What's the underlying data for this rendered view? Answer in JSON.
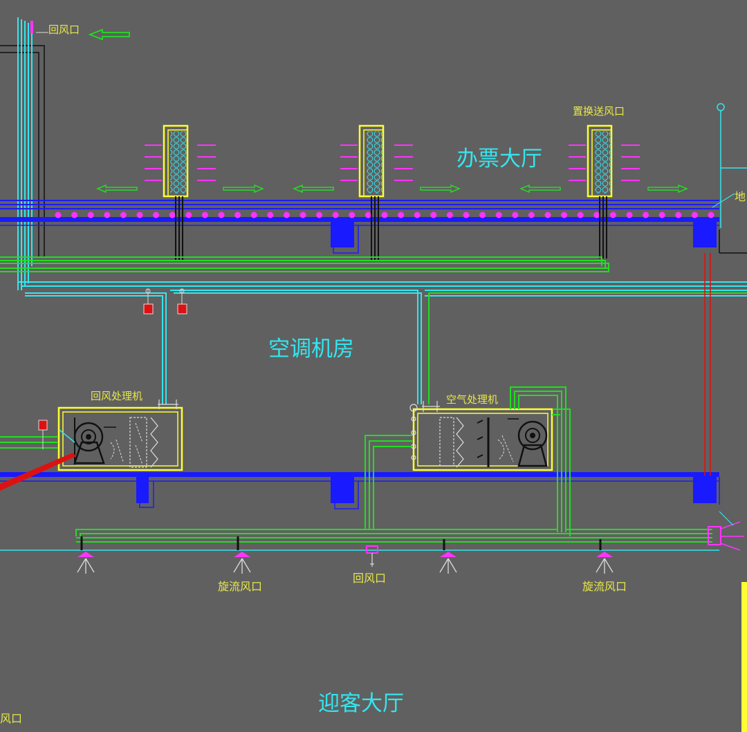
{
  "labels": {
    "return_air_outlet_top": "回风口",
    "displacement_supply_outlet": "置换送风口",
    "ticket_hall": "办票大厅",
    "floor_label_partial": "地",
    "ac_machine_room": "空调机房",
    "return_air_handler": "回风处理机",
    "air_handler": "空气处理机",
    "swirl_outlet_left": "旋流风口",
    "return_air_outlet_bottom": "回风口",
    "swirl_outlet_right": "旋流风口",
    "reception_hall": "迎客大厅",
    "bottom_left_partial": "风口"
  },
  "colors": {
    "background": "#606060",
    "duct_cyan": "#33e6f0",
    "duct_green": "#22dd22",
    "floor_blue": "#1a1aff",
    "outlet_yellow": "#ffff33",
    "diffuser_magenta": "#ff33ff",
    "label_yellow": "#e8e84a",
    "label_cyan": "#33e6f0",
    "equipment_black": "#111111",
    "alarm_red": "#dd1111"
  }
}
